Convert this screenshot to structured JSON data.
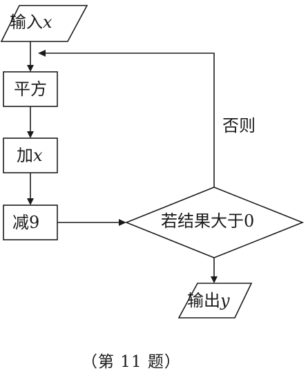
{
  "diagram": {
    "input": {
      "prefix": "输入",
      "var": "x"
    },
    "steps": [
      {
        "prefix": "平方",
        "var": ""
      },
      {
        "prefix": "加",
        "var": "x"
      },
      {
        "prefix": "减9",
        "var": ""
      }
    ],
    "decision": "若结果大于0",
    "loop_label": "否则",
    "output": {
      "prefix": "输出",
      "var": "y"
    }
  },
  "caption": "（第 11 题）",
  "colors": {
    "ink": "#1a1a1a",
    "background": "#ffffff"
  }
}
